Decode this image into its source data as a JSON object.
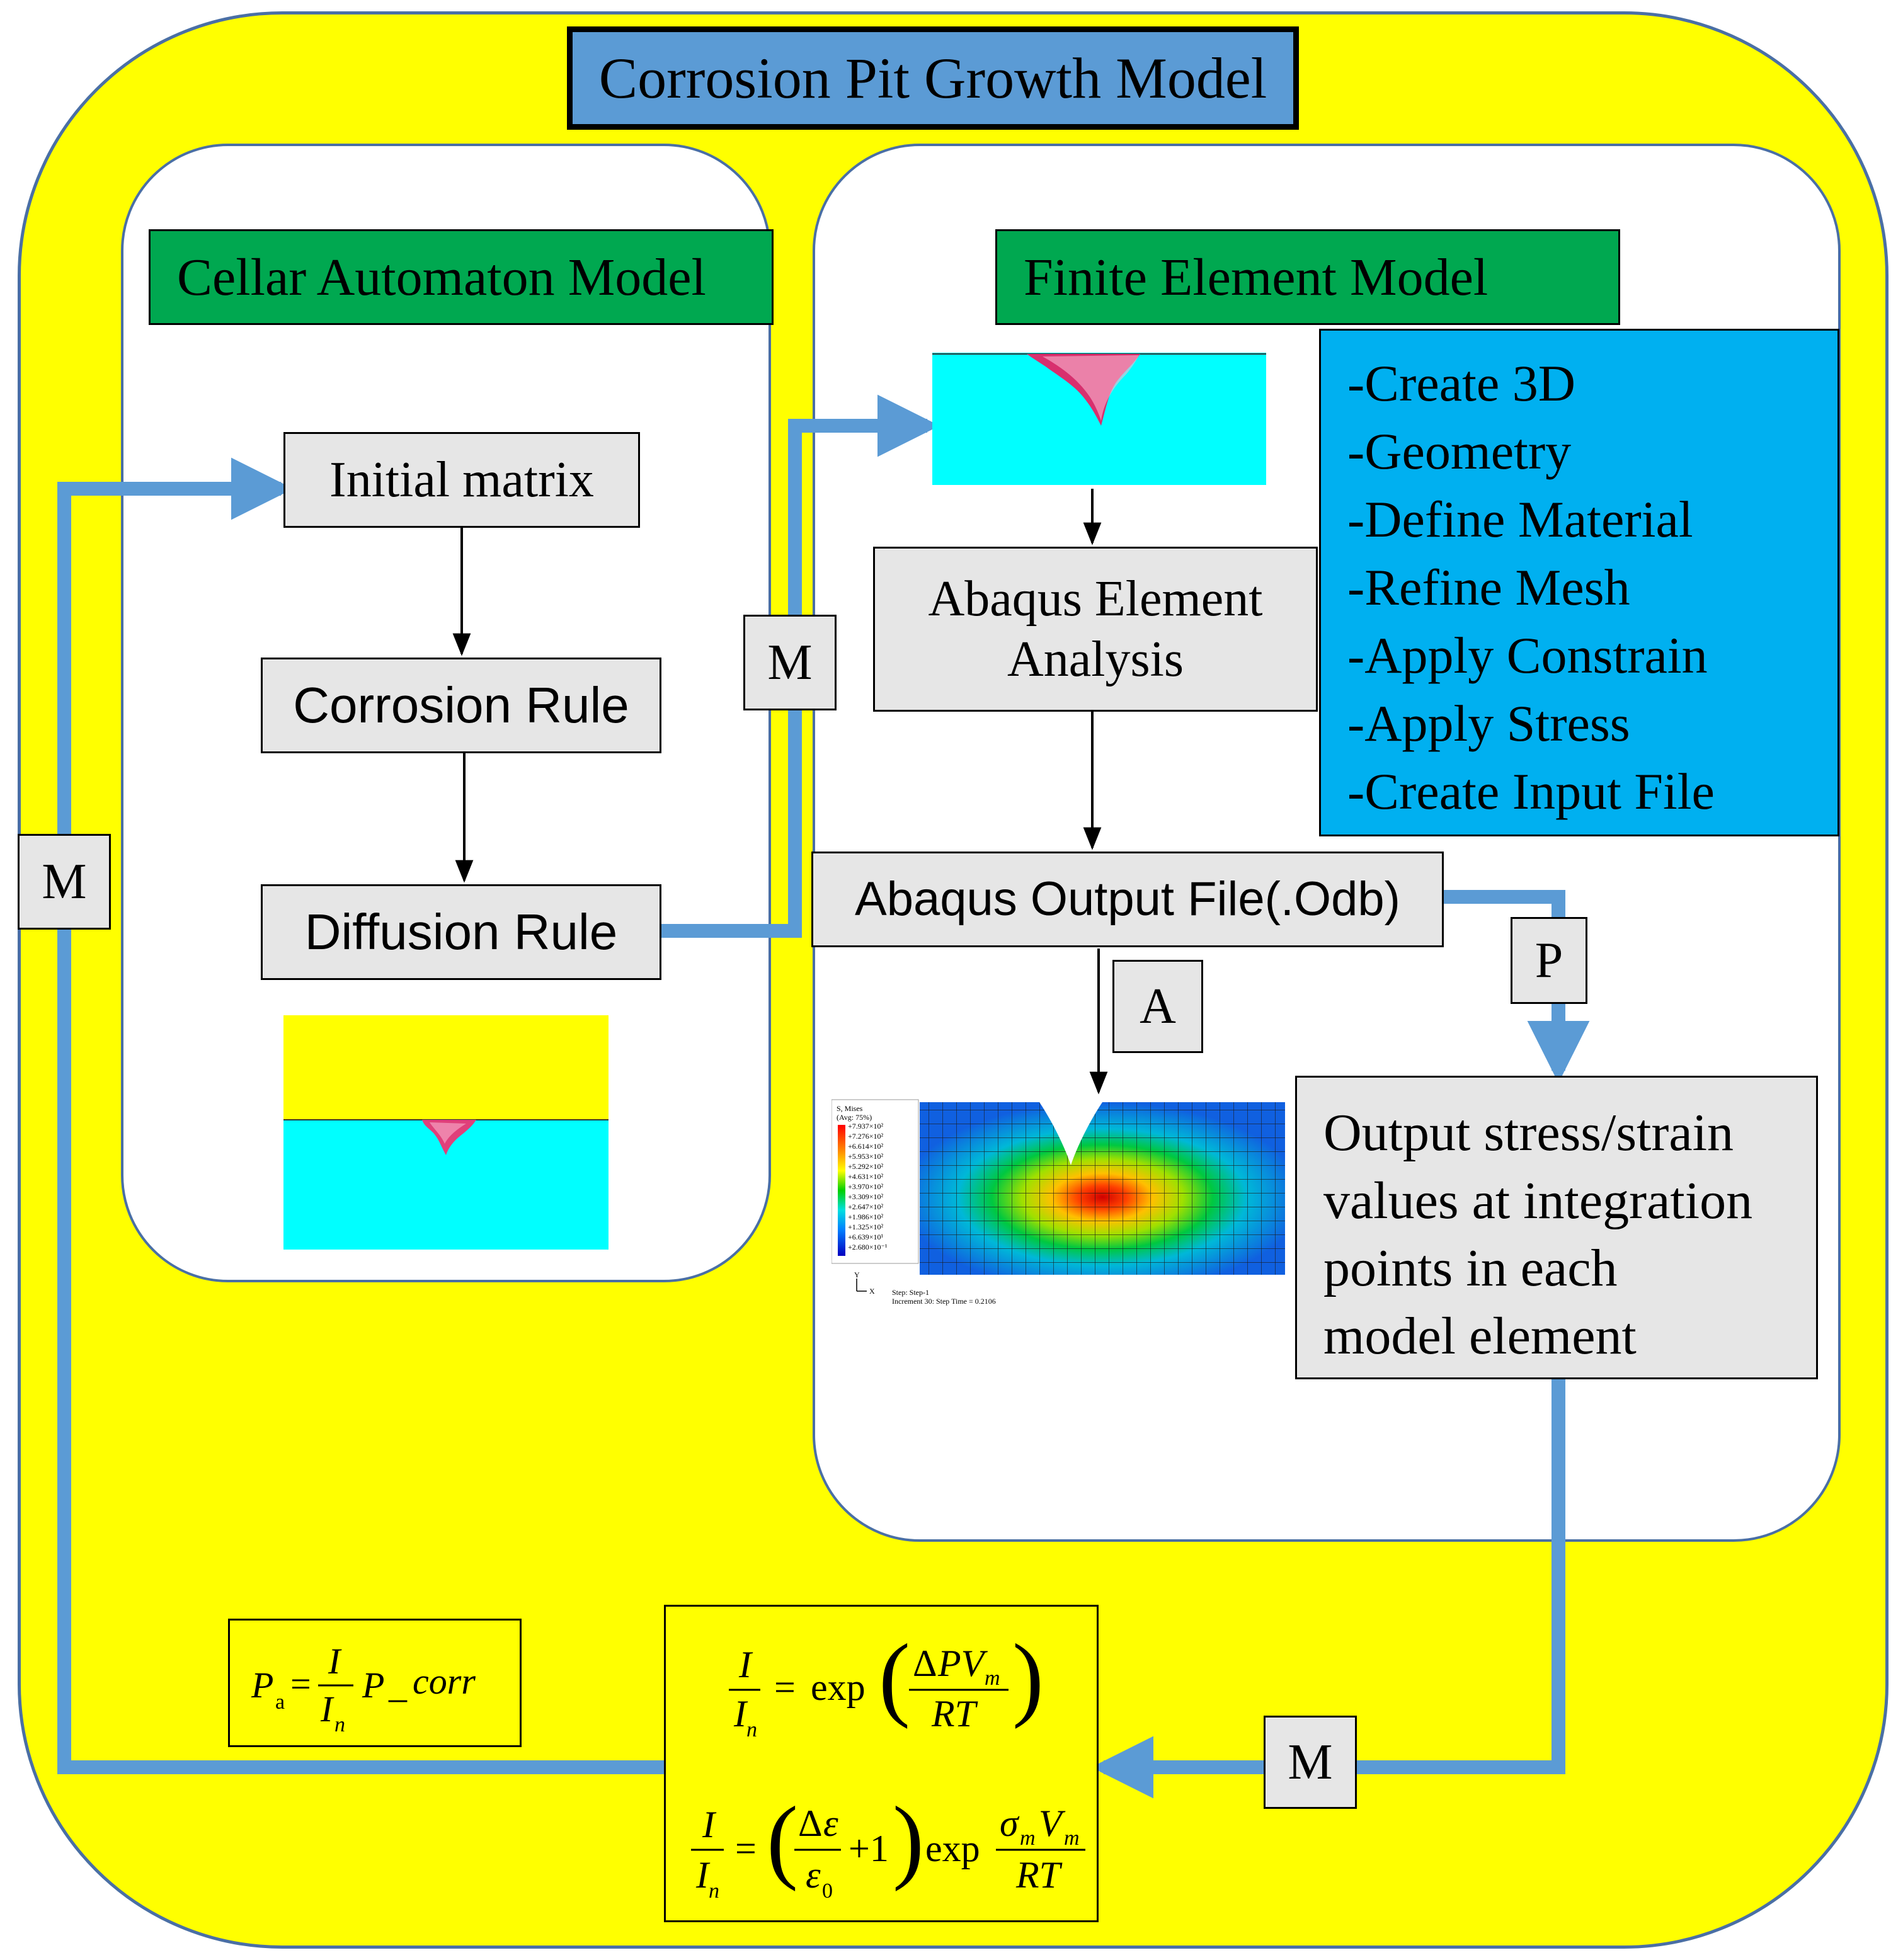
{
  "title": "Corrosion Pit Growth Model",
  "panels": {
    "left_header": "Cellar Automaton Model",
    "right_header": "Finite Element Model"
  },
  "ca_model": {
    "initial_matrix": "Initial matrix",
    "corrosion_rule": "Corrosion Rule",
    "diffusion_rule": "Diffusion Rule"
  },
  "fe_model": {
    "abaqus_analysis_line1": "Abaqus Element",
    "abaqus_analysis_line2": "Analysis",
    "abaqus_output": "Abaqus Output File(.Odb)",
    "steps": [
      "-Create 3D",
      "-Geometry",
      "-Define Material",
      "-Refine Mesh",
      "-Apply Constrain",
      "-Apply Stress",
      "-Create Input File"
    ],
    "output_values_lines": [
      "Output stress/strain",
      "values at integration",
      "points in each",
      "model element"
    ]
  },
  "labels": {
    "m_left": "M",
    "m_middle": "M",
    "a": "A",
    "p": "P",
    "m_bottom": "M"
  },
  "stress_plot": {
    "legend_title_1": "S, Mises",
    "legend_title_2": "(Avg: 75%)",
    "legend_values": [
      "+7.937×10²",
      "+7.276×10²",
      "+6.614×10²",
      "+5.953×10²",
      "+5.292×10²",
      "+4.631×10²",
      "+3.970×10²",
      "+3.309×10²",
      "+2.647×10²",
      "+1.986×10²",
      "+1.325×10²",
      "+6.639×10¹",
      "+2.680×10⁻¹"
    ],
    "caption_line1": "Step: Step-1",
    "caption_line2": "Increment     30: Step Time =    0.2106",
    "axis_y": "Y",
    "axis_x": "X"
  },
  "colors": {
    "background_yellow": "#ffff00",
    "title_blue": "#5b9bd5",
    "header_green": "#00a850",
    "steps_blue": "#00b0f0",
    "arrow_blue": "#5b9bd5",
    "cyan": "#00ffff",
    "box_gray": "#e6e6e6"
  }
}
